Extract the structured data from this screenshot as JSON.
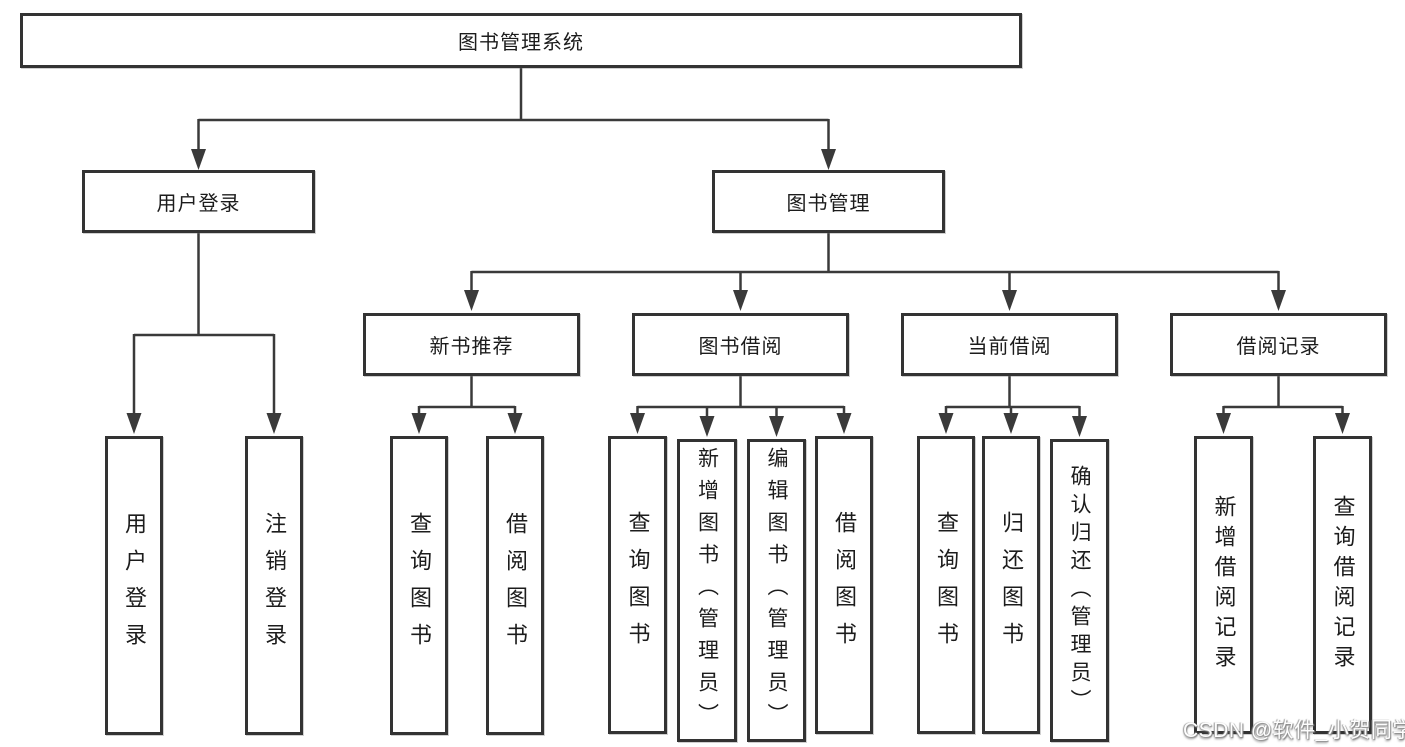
{
  "tree": {
    "root": {
      "label": "图书管理系统"
    },
    "level2": [
      {
        "label": "用户登录"
      },
      {
        "label": "图书管理"
      }
    ],
    "level3": [
      {
        "label": "新书推荐"
      },
      {
        "label": "图书借阅"
      },
      {
        "label": "当前借阅"
      },
      {
        "label": "借阅记录"
      }
    ],
    "leaves": {
      "user_login": [
        "用户登录",
        "注销登录"
      ],
      "new_book": [
        "查询图书",
        "借阅图书"
      ],
      "book_borrow": [
        "查询图书",
        "新增图书（管理员）",
        "编辑图书（管理员）",
        "借阅图书"
      ],
      "current_borrow": [
        "查询图书",
        "归还图书",
        "确认归还（管理员）"
      ],
      "borrow_records": [
        "新增借阅记录",
        "查询借阅记录"
      ]
    }
  },
  "watermark": {
    "text": "CSDN @软件_小贺同学"
  },
  "colors": {
    "line": "#3a3a3a",
    "box_border": "#333333",
    "box_fill": "#ffffff",
    "text": "#1c1c1c",
    "background": "#ffffff"
  }
}
